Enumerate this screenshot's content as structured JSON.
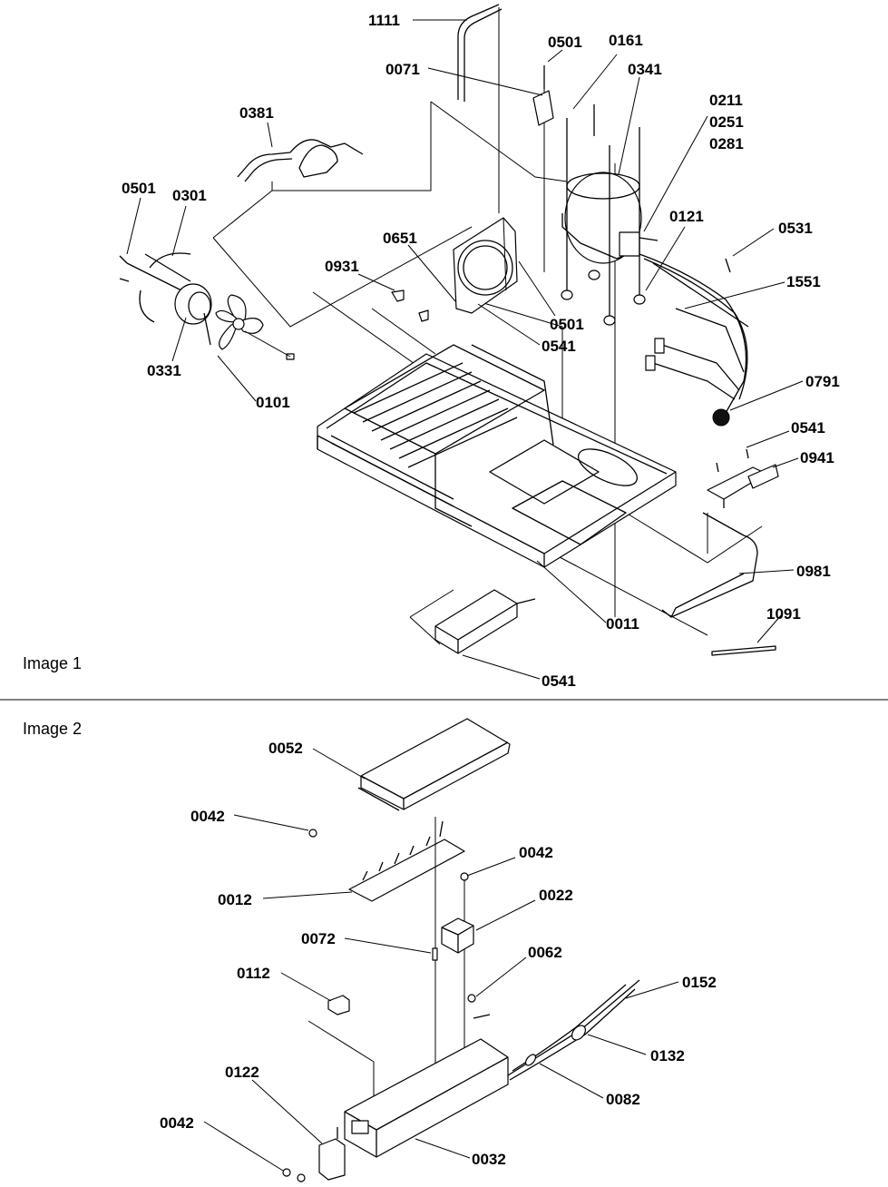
{
  "sections": [
    "Image 1",
    "Image 2"
  ],
  "image1_callouts": [
    "1111",
    "0501",
    "0161",
    "0071",
    "0341",
    "0381",
    "0211",
    "0251",
    "0281",
    "0501",
    "0301",
    "0121",
    "0531",
    "0651",
    "0931",
    "1551",
    "0501",
    "0541",
    "0331",
    "0101",
    "0791",
    "0541",
    "0941",
    "0981",
    "0011",
    "1091",
    "0541"
  ],
  "image2_callouts": [
    "0052",
    "0042",
    "0042",
    "0012",
    "0022",
    "0072",
    "0062",
    "0112",
    "0152",
    "0132",
    "0122",
    "0082",
    "0042",
    "0032"
  ]
}
